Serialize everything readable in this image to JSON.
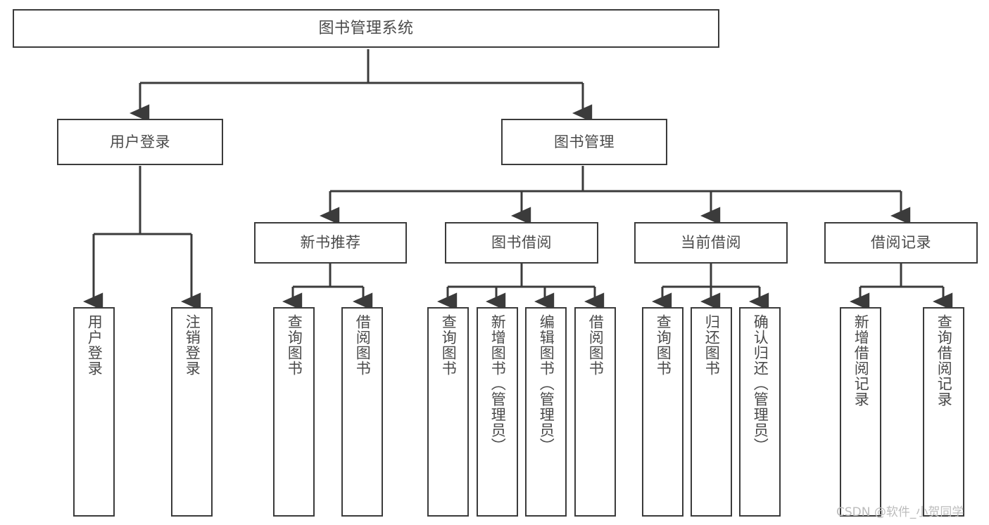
{
  "diagram": {
    "title_text": "图书管理系统",
    "line_color": "#3b3b3b",
    "box_border_color": "#3b3b3b",
    "text_color": "#4a4a4a",
    "background_color": "#ffffff",
    "watermark": "CSDN @软件_小贺同学",
    "nodes": {
      "root": {
        "label": "图书管理系统"
      },
      "level2": [
        {
          "id": "user-login",
          "label": "用户登录"
        },
        {
          "id": "book-management",
          "label": "图书管理"
        }
      ],
      "level3": [
        {
          "id": "new-book-recommend",
          "label": "新书推荐"
        },
        {
          "id": "book-borrow",
          "label": "图书借阅"
        },
        {
          "id": "current-borrow",
          "label": "当前借阅"
        },
        {
          "id": "borrow-record",
          "label": "借阅记录"
        }
      ],
      "leaves": [
        {
          "id": "leaf-user-login",
          "label": "用户登录",
          "parent": "user-login"
        },
        {
          "id": "leaf-logout",
          "label": "注销登录",
          "parent": "user-login"
        },
        {
          "id": "leaf-query-book-1",
          "label": "查询图书",
          "parent": "new-book-recommend"
        },
        {
          "id": "leaf-borrow-book-1",
          "label": "借阅图书",
          "parent": "new-book-recommend"
        },
        {
          "id": "leaf-query-book-2",
          "label": "查询图书",
          "parent": "book-borrow"
        },
        {
          "id": "leaf-add-book",
          "label": "新增图书（管理员）",
          "parent": "book-borrow"
        },
        {
          "id": "leaf-edit-book",
          "label": "编辑图书（管理员）",
          "parent": "book-borrow"
        },
        {
          "id": "leaf-borrow-book-2",
          "label": "借阅图书",
          "parent": "book-borrow"
        },
        {
          "id": "leaf-query-book-3",
          "label": "查询图书",
          "parent": "current-borrow"
        },
        {
          "id": "leaf-return-book",
          "label": "归还图书",
          "parent": "current-borrow"
        },
        {
          "id": "leaf-confirm-return",
          "label": "确认归还（管理员）",
          "parent": "current-borrow"
        },
        {
          "id": "leaf-add-record",
          "label": "新增借阅记录",
          "parent": "borrow-record"
        },
        {
          "id": "leaf-query-record",
          "label": "查询借阅记录",
          "parent": "borrow-record"
        }
      ]
    }
  }
}
